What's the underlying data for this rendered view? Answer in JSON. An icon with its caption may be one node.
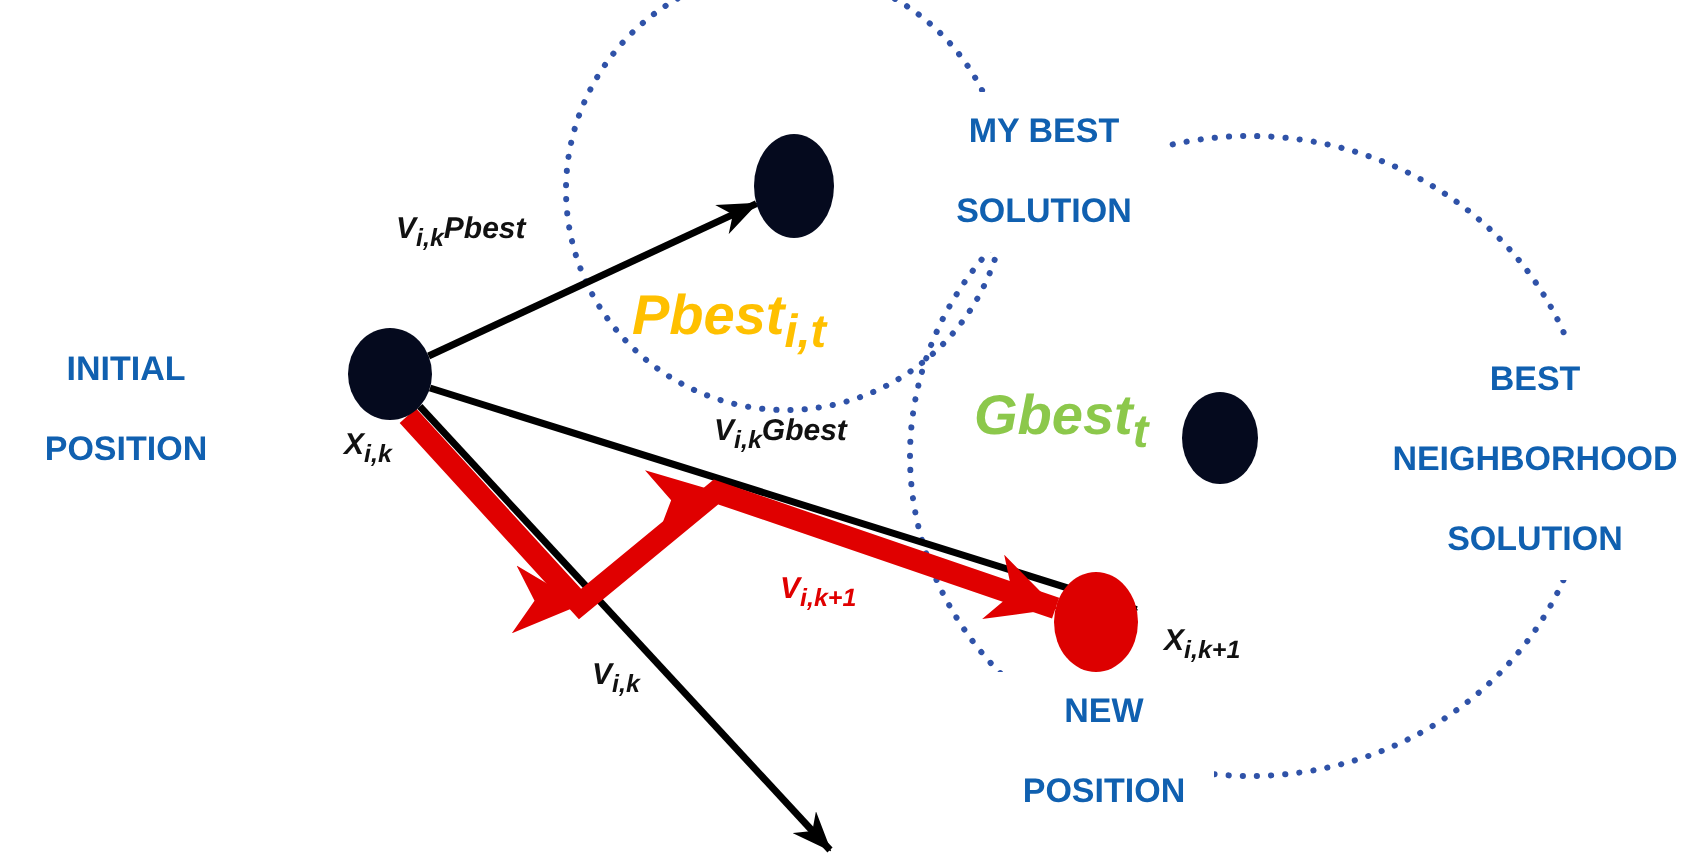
{
  "diagram": {
    "nodes": [
      {
        "text": [],
        "shape": "circle",
        "beside": [
          "X$_{i,k}$"
        ]
      },
      {
        "text": [],
        "shape": "circle",
        "beside": [
          "Pbest$_{i,t}$"
        ]
      },
      {
        "text": [],
        "shape": "circle",
        "beside": [
          "Gbest$_{t}$"
        ]
      },
      {
        "text": [],
        "shape": "circle",
        "beside": [
          "X$_{i,k+1}$",
          "NEW POSITION"
        ]
      }
    ],
    "edges": [
      {
        "from": 0,
        "to": 1,
        "arrow": "to",
        "label": "V$_{i,k}$Pbest"
      },
      {
        "from": 0,
        "to": 3,
        "arrow": "to",
        "label": "V$_{i,k}$Gbest"
      },
      {
        "from": 0,
        "to": null,
        "arrow": "to",
        "label": "V$_{i,k}$"
      },
      {
        "from": 0,
        "to": 3,
        "arrow": "to",
        "label": "V$_{i,k+1}$",
        "style": "thick",
        "color": "#e00000"
      }
    ],
    "labels": [
      "MY BEST SOLUTION",
      "INITIAL POSITION",
      "BEST NEIGHBORHOOD SOLUTION"
    ]
  }
}
